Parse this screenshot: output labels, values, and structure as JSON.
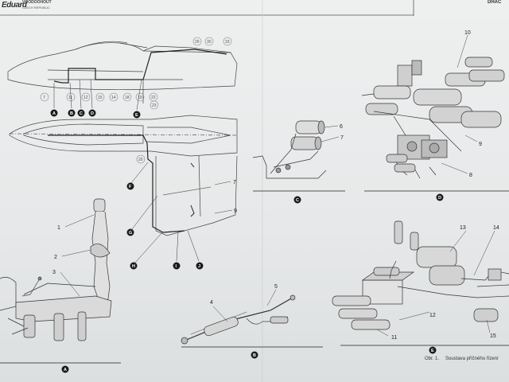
{
  "header": {
    "brand": "Eduard",
    "company": "VOODOOHOUT",
    "country": "CZECH REPUBLIC",
    "right_title": "DHAC"
  },
  "section_letters": [
    "A",
    "B",
    "C",
    "D",
    "E",
    "F",
    "G",
    "H",
    "I",
    "J"
  ],
  "callouts": {
    "side_view": [
      "7",
      "11",
      "12",
      "15",
      "14",
      "18",
      "19",
      "22",
      "23",
      "29",
      "30",
      "33"
    ],
    "wing": [
      "20",
      "7",
      "9"
    ],
    "detail_c": [
      "6",
      "7"
    ],
    "detail_d": [
      "10",
      "9",
      "8"
    ],
    "detail_a": [
      "1",
      "2",
      "3"
    ],
    "detail_b": [
      "4",
      "5"
    ],
    "detail_e": [
      "13",
      "14",
      "12",
      "11",
      "15"
    ]
  },
  "caption": {
    "prefix": "Obr. 1.",
    "text": "Soustava příčného řízení"
  },
  "colors": {
    "paper": "#e8eaea",
    "ink": "#222222",
    "tag_bg": "#1a1a1a"
  }
}
